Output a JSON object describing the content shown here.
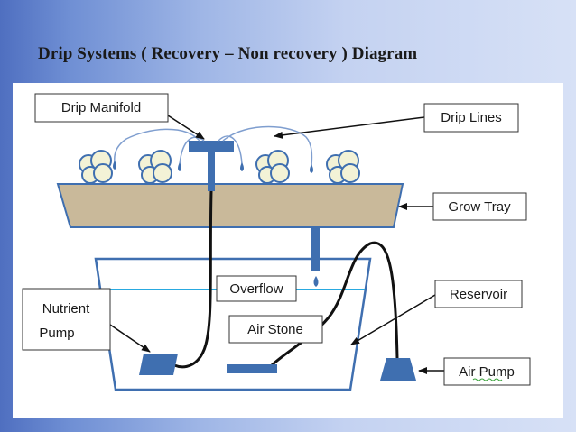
{
  "title": "Drip Systems ( Recovery – Non recovery )  Diagram",
  "labels": {
    "drip_manifold": "Drip Manifold",
    "drip_lines": "Drip Lines",
    "grow_tray": "Grow Tray",
    "overflow": "Overflow",
    "reservoir": "Reservoir",
    "nutrient_pump_line1": "Nutrient",
    "nutrient_pump_line2": "Pump",
    "air_stone": "Air Stone",
    "air_pump": "Air Pump"
  },
  "colors": {
    "component_blue": "#3f6fb0",
    "water_line": "#29a9e0",
    "tray_fill": "#c9b99a",
    "plant_fill": "#f3f2d6"
  }
}
